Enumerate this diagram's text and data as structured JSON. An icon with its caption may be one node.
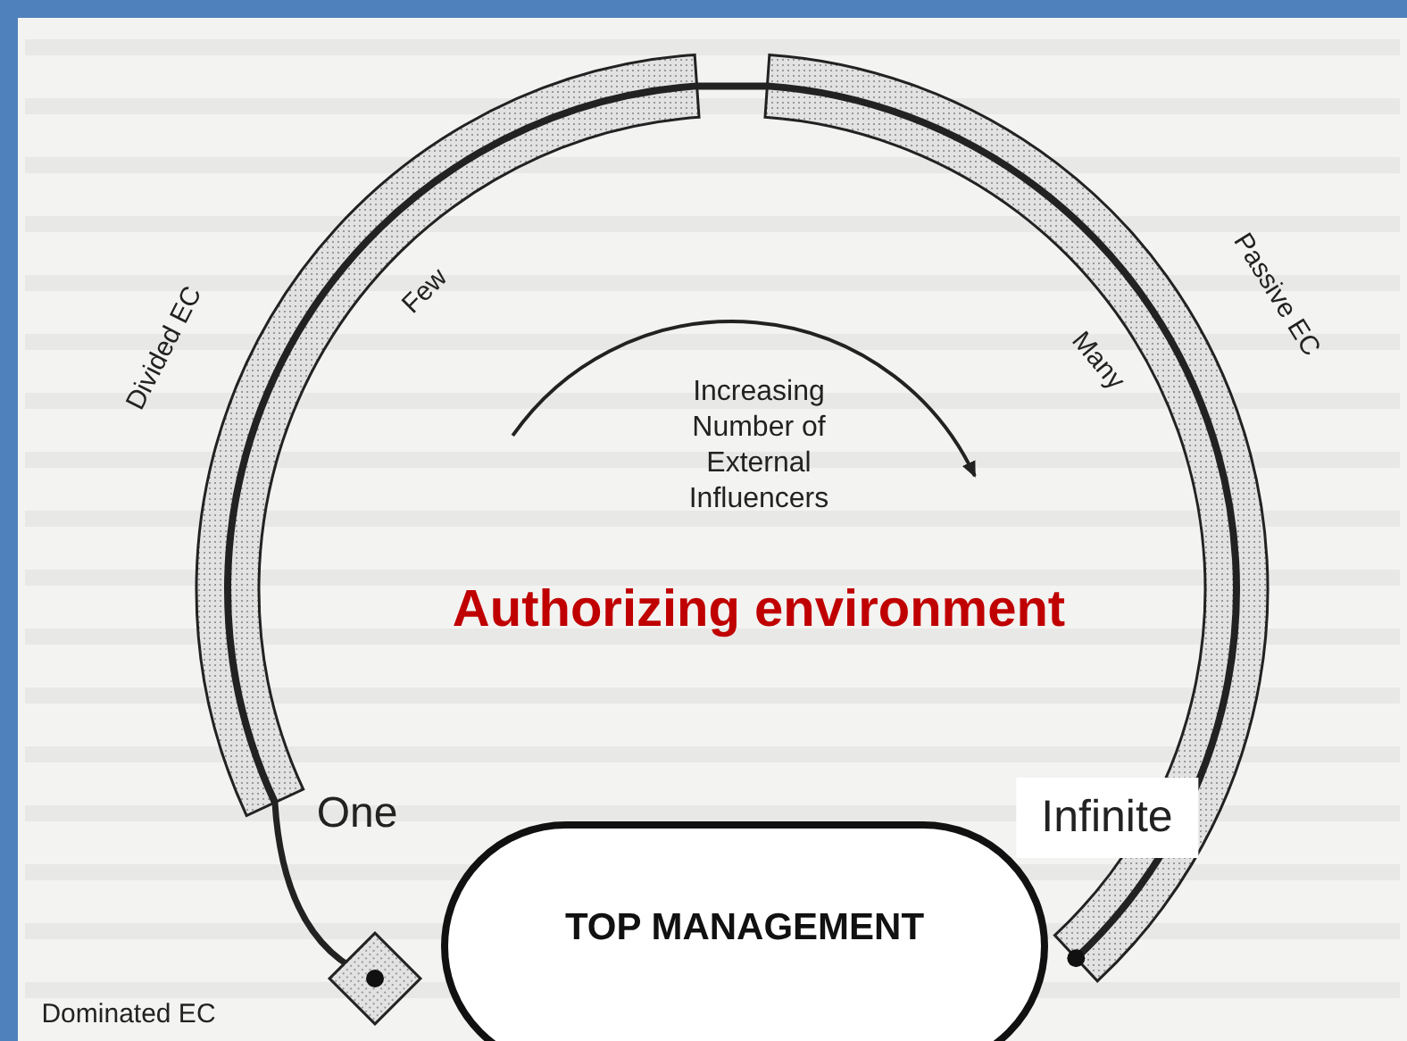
{
  "diagram": {
    "nodes": [
      {
        "text": [
          "TOP MANAGEMENT"
        ]
      }
    ],
    "labels": [
      "Divided EC",
      "Few",
      "Passive EC",
      "Many",
      "Increasing Number of External Influencers",
      "Authorizing environment",
      "One",
      "Infinite",
      "Dominated EC"
    ]
  }
}
